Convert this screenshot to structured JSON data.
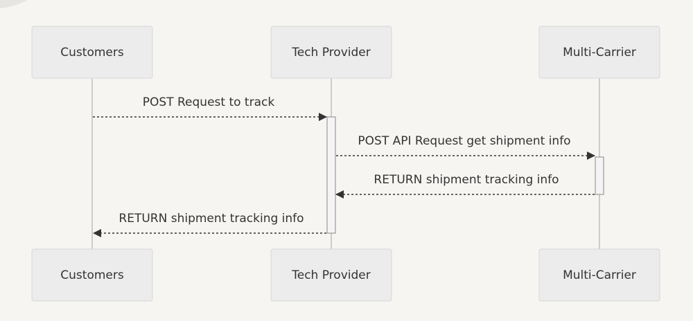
{
  "participants": {
    "customers": "Customers",
    "tech_provider": "Tech Provider",
    "multi_carrier": "Multi-Carrier"
  },
  "messages": {
    "m1": "POST Request to track",
    "m2": "POST API Request get shipment info",
    "m3": "RETURN shipment tracking info",
    "m4": "RETURN shipment tracking info"
  },
  "colors": {
    "background": "#f6f5f2",
    "actor_fill": "#ececec",
    "actor_border": "#d6d6d6",
    "lifeline": "#cccccc",
    "message": "#333333"
  }
}
